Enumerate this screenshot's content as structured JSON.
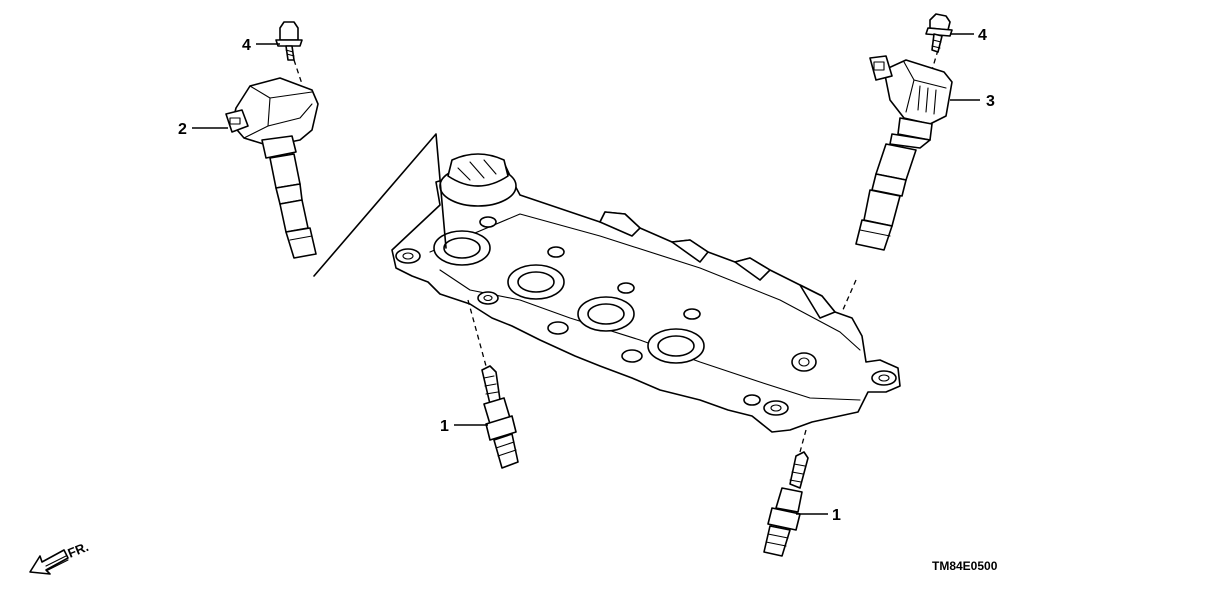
{
  "callouts": [
    {
      "id": "c1a",
      "label": "1"
    },
    {
      "id": "c1b",
      "label": "1"
    },
    {
      "id": "c2",
      "label": "2"
    },
    {
      "id": "c3",
      "label": "3"
    },
    {
      "id": "c4a",
      "label": "4"
    },
    {
      "id": "c4b",
      "label": "4"
    }
  ],
  "direction_label": "FR.",
  "diagram_code": "TM84E0500"
}
